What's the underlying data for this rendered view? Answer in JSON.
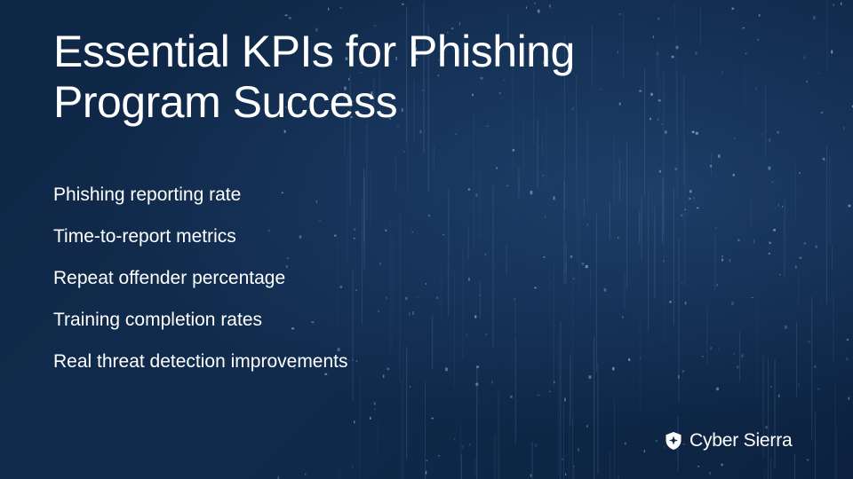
{
  "slide": {
    "title": "Essential KPIs for Phishing Program Success",
    "kpis": [
      "Phishing reporting rate",
      "Time-to-report metrics",
      "Repeat offender percentage",
      "Training completion rates",
      "Real threat detection improvements"
    ]
  },
  "brand": {
    "name": "Cyber Sierra",
    "icon": "shield-logo-icon"
  },
  "colors": {
    "background": "#0f2746",
    "text": "#ffffff",
    "accent_dots": "#6f8fb5"
  }
}
